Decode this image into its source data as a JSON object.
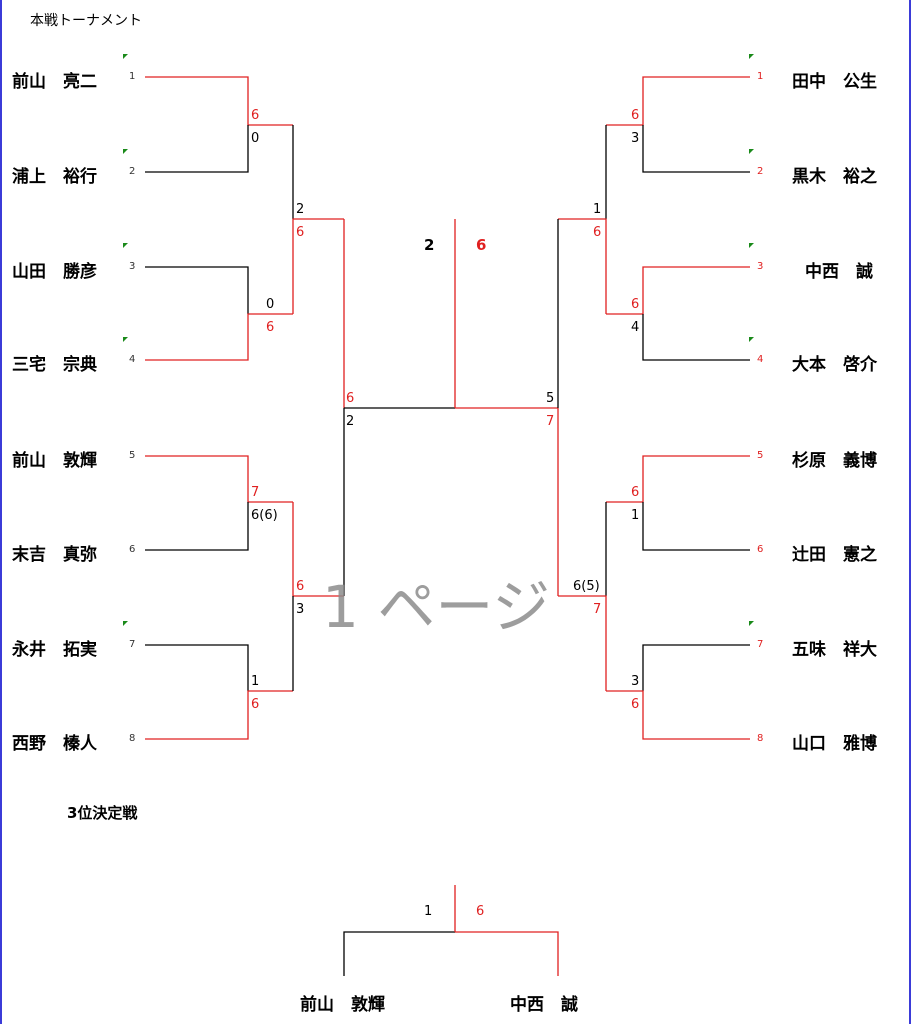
{
  "title": "本戦トーナメント",
  "watermark": "1 ページ",
  "third_place_title": "3位決定戦",
  "colors": {
    "winner": "#e02020",
    "loser": "#000000",
    "flag": "#1a8a1a",
    "frame": "#3b3bd8"
  },
  "left_players": [
    {
      "name": "前山　亮二",
      "seed": "1"
    },
    {
      "name": "浦上　裕行",
      "seed": "2"
    },
    {
      "name": "山田　勝彦",
      "seed": "3"
    },
    {
      "name": "三宅　宗典",
      "seed": "4"
    },
    {
      "name": "前山　敦輝",
      "seed": "5"
    },
    {
      "name": "末吉　真弥",
      "seed": "6"
    },
    {
      "name": "永井　拓実",
      "seed": "7"
    },
    {
      "name": "西野　榛人",
      "seed": "8"
    }
  ],
  "right_players": [
    {
      "name": "田中　公生",
      "seed": "1"
    },
    {
      "name": "黒木　裕之",
      "seed": "2"
    },
    {
      "name": "中西　誠",
      "seed": "3"
    },
    {
      "name": "大本　啓介",
      "seed": "4"
    },
    {
      "name": "杉原　義博",
      "seed": "5"
    },
    {
      "name": "辻田　憲之",
      "seed": "6"
    },
    {
      "name": "五味　祥大",
      "seed": "7"
    },
    {
      "name": "山口　雅博",
      "seed": "8"
    }
  ],
  "left_scores": {
    "r1_m1": {
      "top": "6",
      "bottom": "0"
    },
    "r1_m2": {
      "top": "0",
      "bottom": "6"
    },
    "r1_m3": {
      "top": "7",
      "bottom": "6(6)"
    },
    "r1_m4": {
      "top": "1",
      "bottom": "6"
    },
    "r2_m1": {
      "top": "2",
      "bottom": "6"
    },
    "r2_m2": {
      "top": "6",
      "bottom": "3"
    },
    "sf": {
      "top": "6",
      "bottom": "2"
    }
  },
  "right_scores": {
    "r1_m1": {
      "top": "6",
      "bottom": "3"
    },
    "r1_m2": {
      "top": "6",
      "bottom": "4"
    },
    "r1_m3": {
      "top": "6",
      "bottom": "1"
    },
    "r1_m4": {
      "top": "3",
      "bottom": "6"
    },
    "r2_m1": {
      "top": "1",
      "bottom": "6"
    },
    "r2_m2": {
      "top": "6(5)",
      "bottom": "7"
    },
    "sf": {
      "top": "5",
      "bottom": "7"
    }
  },
  "final": {
    "left": "2",
    "right": "6"
  },
  "third_place": {
    "left_player": "前山　敦輝",
    "right_player": "中西　誠",
    "left_score": "1",
    "right_score": "6"
  }
}
